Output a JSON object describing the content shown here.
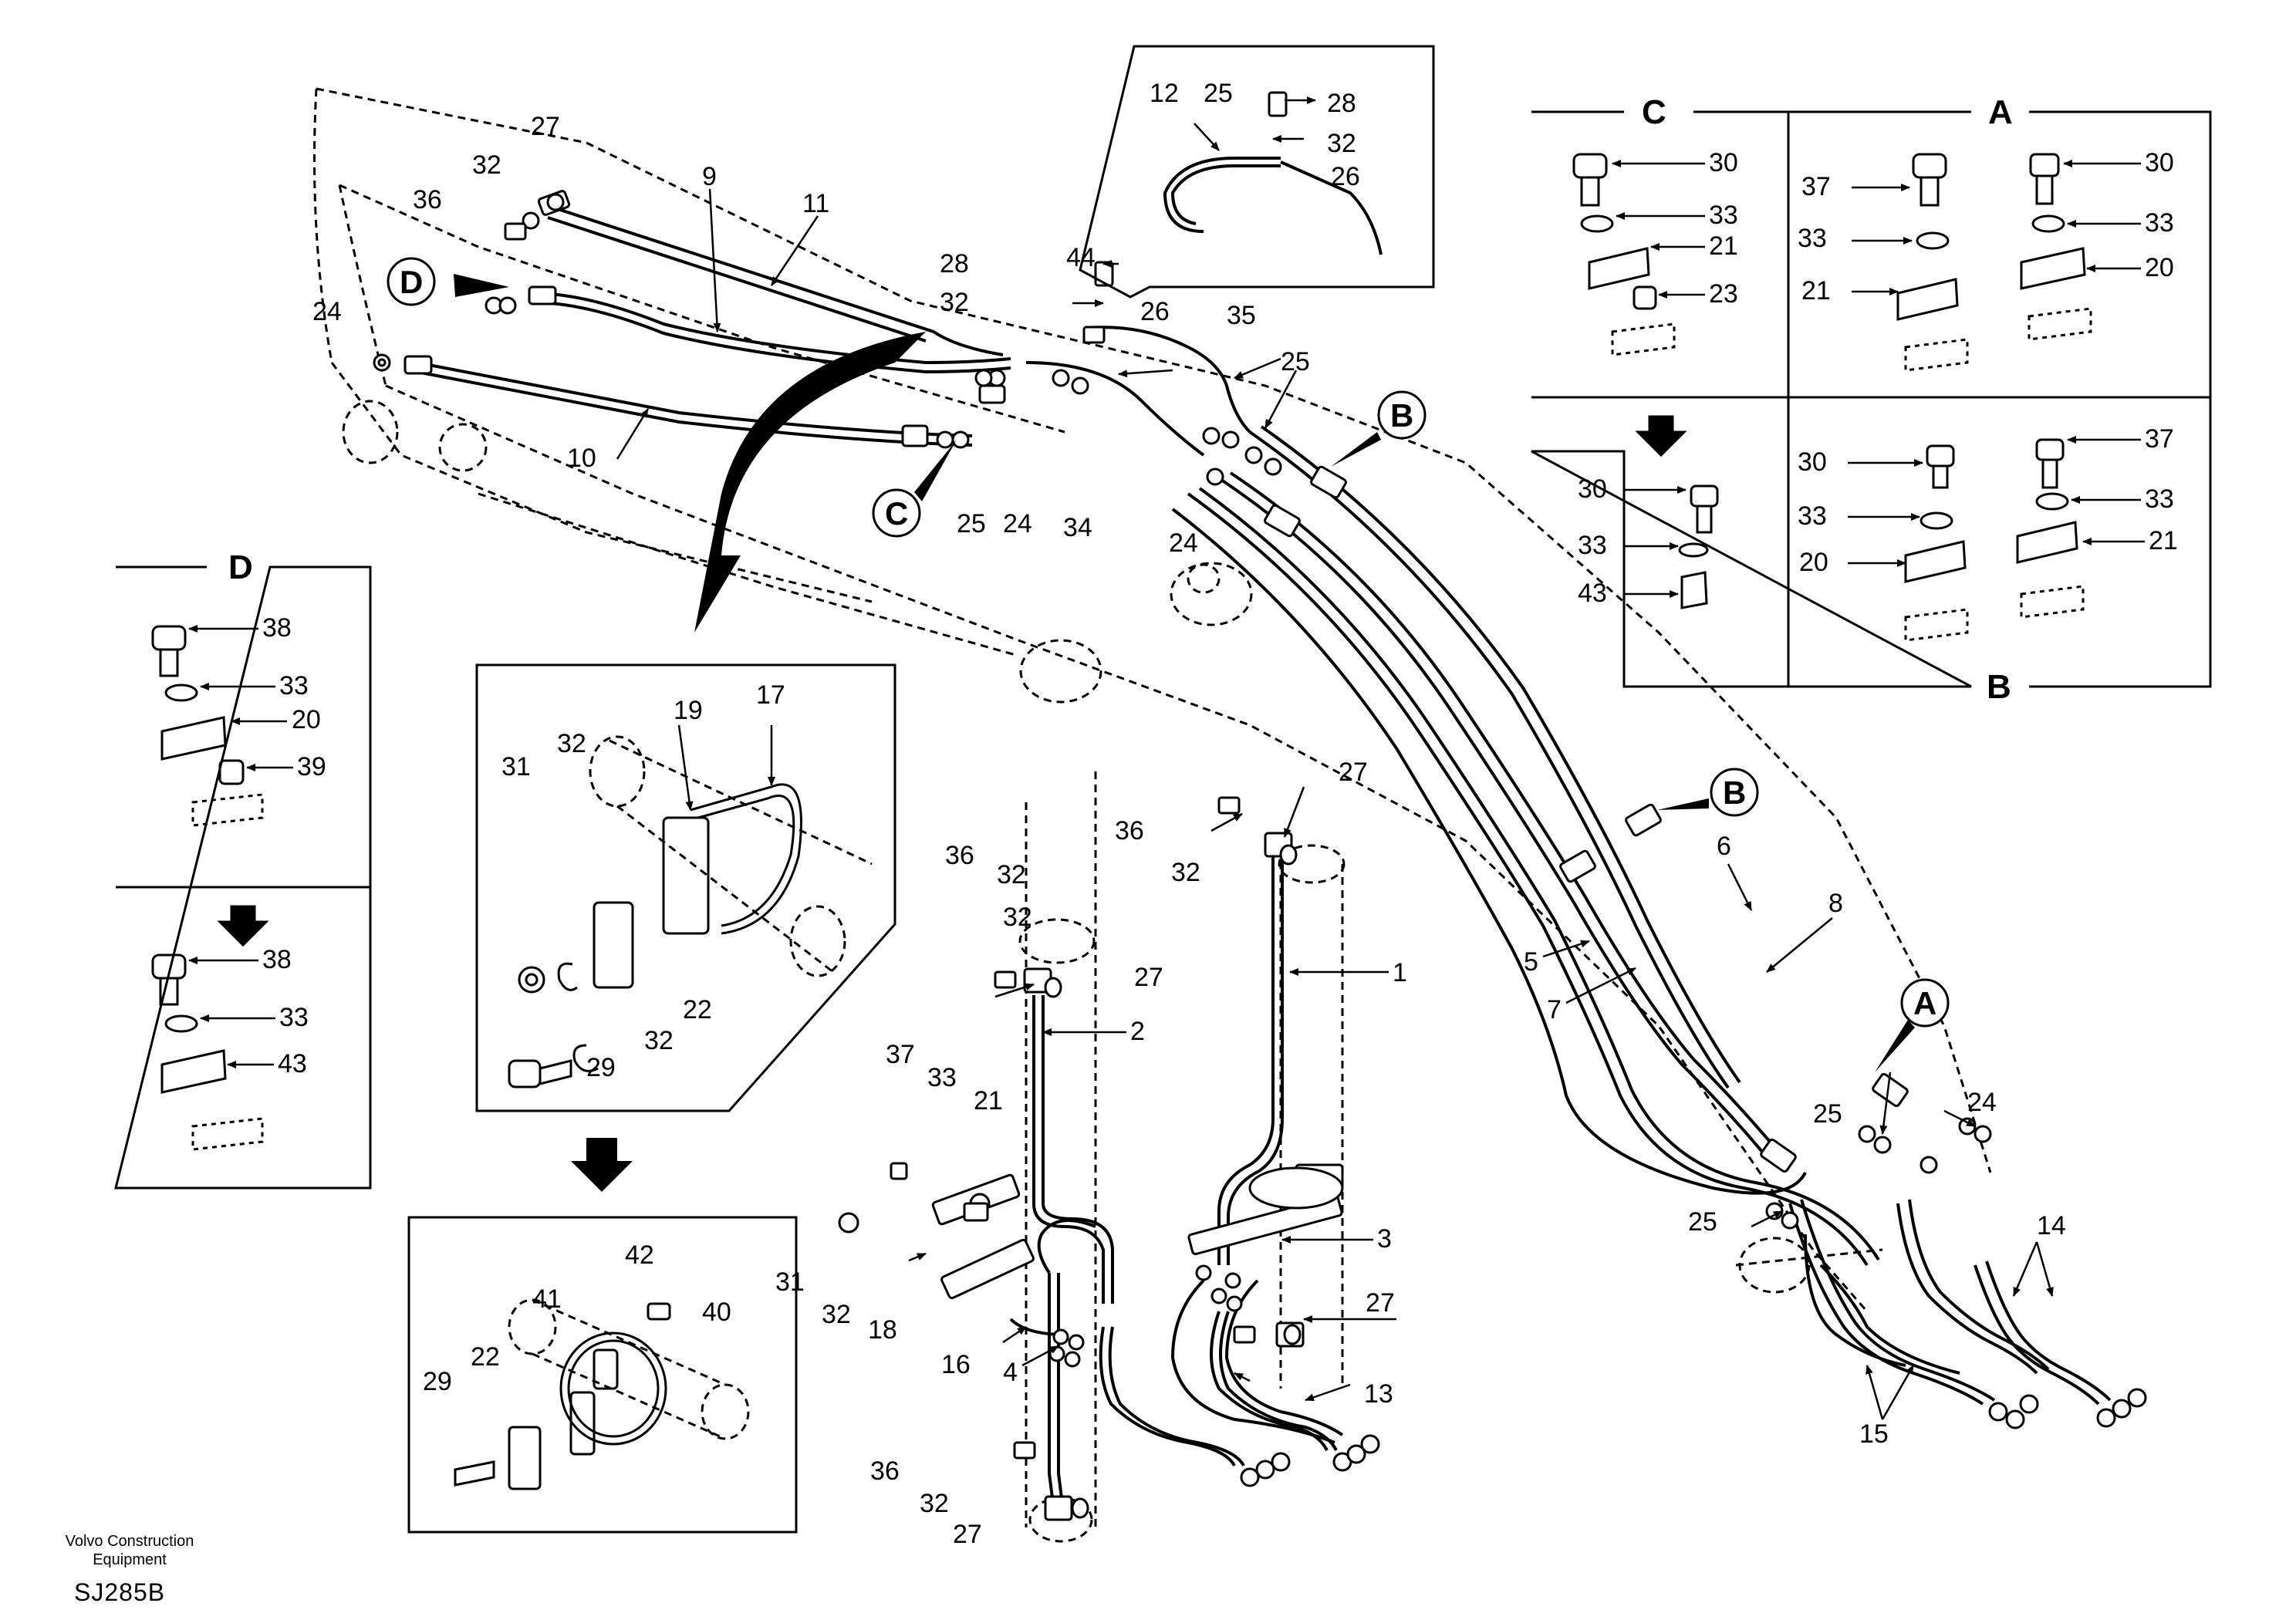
{
  "labels": {
    "p1": "1",
    "p2": "2",
    "p3": "3",
    "p4": "4",
    "p5": "5",
    "p6": "6",
    "p7": "7",
    "p8": "8",
    "p9": "9",
    "p10": "10",
    "p11": "11",
    "p12": "12",
    "p13": "13",
    "p14": "14",
    "p15": "15",
    "p16": "16",
    "p17": "17",
    "p18": "18",
    "p19": "19",
    "p20": "20",
    "p21": "21",
    "p22": "22",
    "p23": "23",
    "p24": "24",
    "p25": "25",
    "p26": "26",
    "p27": "27",
    "p28": "28",
    "p29": "29",
    "p30": "30",
    "p31": "31",
    "p32": "32",
    "p33": "33",
    "p34": "34",
    "p35": "35",
    "p36": "36",
    "p37": "37",
    "p38": "38",
    "p39": "39",
    "p40": "40",
    "p41": "41",
    "p42": "42",
    "p43": "43",
    "p44": "44"
  },
  "callouts": {
    "A": "A",
    "B": "B",
    "C": "C",
    "D": "D"
  },
  "credit": {
    "line1": "Volvo Construction",
    "line2": "Equipment"
  },
  "drawing_id": "SJ285B"
}
